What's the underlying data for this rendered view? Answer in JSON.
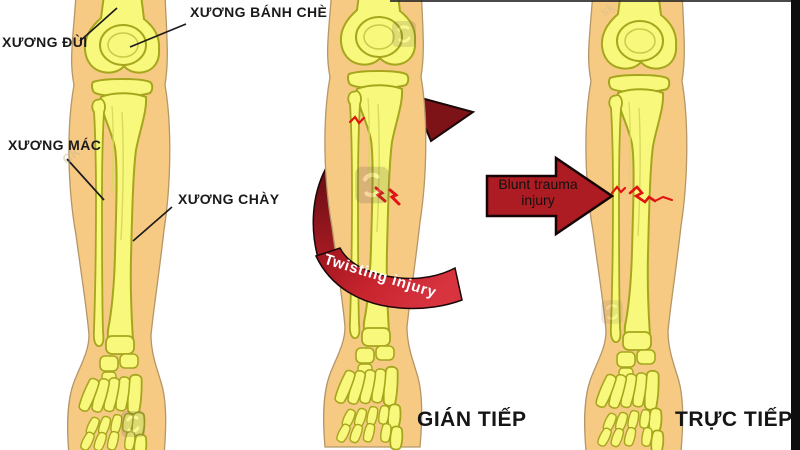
{
  "figure": {
    "type": "anatomical-diagram",
    "subject": "Lower-leg (tibia/fibula) fracture mechanisms: indirect twisting vs direct blunt trauma",
    "bone_labels": {
      "femur": "XƯƠNG ĐÙI",
      "patella": "XƯƠNG BÁNH CHÈ",
      "fibula": "XƯƠNG MÁC",
      "tibia": "XƯƠNG CHÀY"
    },
    "injury_labels": {
      "twisting": "Twisting injury",
      "blunt": "Blunt trauma\ninjury"
    },
    "captions": {
      "indirect": "GIÁN TIẾP",
      "direct": "TRỰC TIẾP"
    },
    "colors": {
      "skin": "#f7ca84",
      "skin_outline": "#b49668",
      "bone_fill": "#f8f87c",
      "bone_outline": "#a6a61d",
      "fracture_red": "#e01212",
      "ribbon_dark": "#420709",
      "ribbon_bright": "#c9252f",
      "blunt_arrow_red": "#ad1b23",
      "label_text": "#1a1a1a",
      "twisting_text": "#ffffff",
      "blunt_text": "#111111"
    },
    "icons": {
      "watermark": "stock-watermark-badge"
    },
    "watermark_glyphs": [
      "CK",
      "sk"
    ]
  }
}
